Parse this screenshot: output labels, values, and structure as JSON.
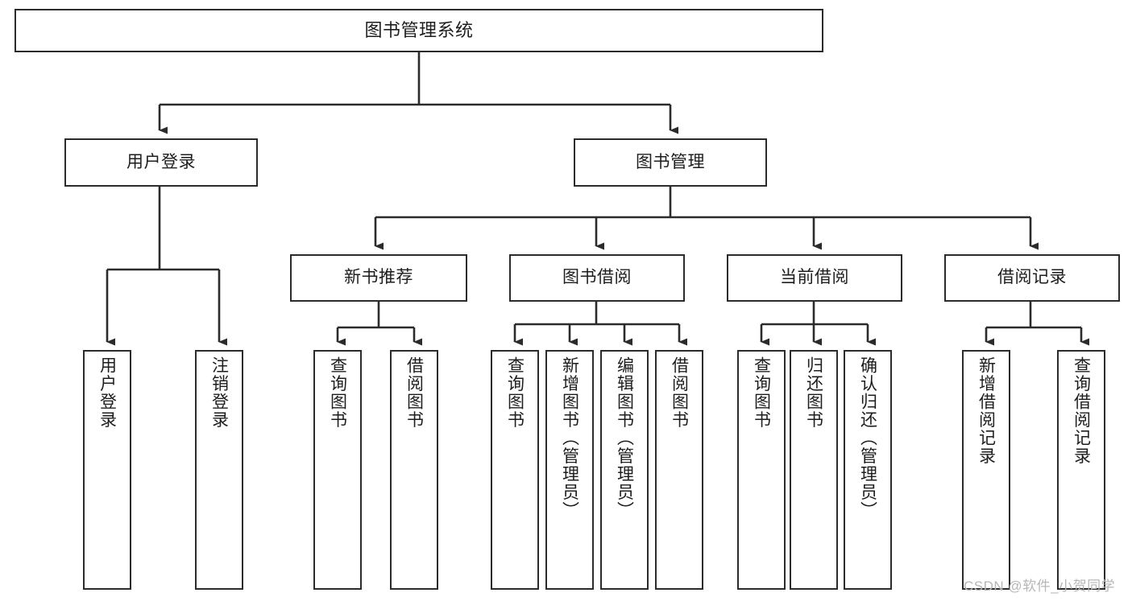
{
  "diagram": {
    "title": "图书管理系统",
    "background_color": "#ffffff",
    "line_color": "#2b2b2b",
    "text_color": "#1d1d1d",
    "levels": {
      "root": {
        "label": "图书管理系统"
      },
      "level2": [
        {
          "label": "用户登录"
        },
        {
          "label": "图书管理"
        }
      ],
      "level3": [
        {
          "label": "新书推荐"
        },
        {
          "label": "图书借阅"
        },
        {
          "label": "当前借阅"
        },
        {
          "label": "借阅记录"
        }
      ],
      "leaves": {
        "user_login": [
          {
            "label": "用户登录"
          },
          {
            "label": "注销登录"
          }
        ],
        "new_book_recommend": [
          {
            "label": "查询图书"
          },
          {
            "label": "借阅图书"
          }
        ],
        "book_borrow": [
          {
            "label": "查询图书"
          },
          {
            "label": "新增图书（管理员）"
          },
          {
            "label": "编辑图书（管理员）"
          },
          {
            "label": "借阅图书"
          }
        ],
        "current_borrow": [
          {
            "label": "查询图书"
          },
          {
            "label": "归还图书"
          },
          {
            "label": "确认归还（管理员）"
          }
        ],
        "borrow_record": [
          {
            "label": "新增借阅记录"
          },
          {
            "label": "查询借阅记录"
          }
        ]
      }
    }
  },
  "watermark": {
    "text": "CSDN @软件_小贺同学"
  }
}
